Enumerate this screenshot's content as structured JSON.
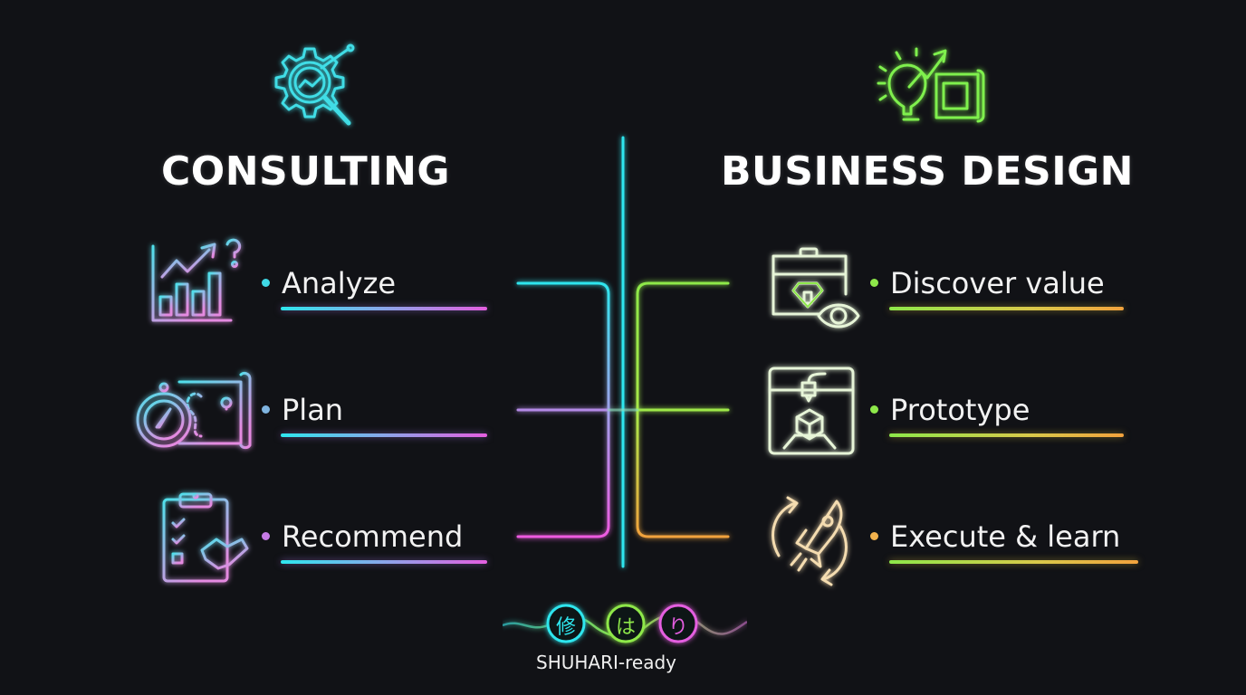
{
  "left": {
    "title": "CONSULTING",
    "header_icon": "gear-magnifier-chart-icon",
    "accent_start": "#2ee6ee",
    "accent_end": "#e45ee0",
    "items": [
      {
        "label": "Analyze",
        "icon": "chart-question-icon",
        "dot_color": "#3fd9e6"
      },
      {
        "label": "Plan",
        "icon": "compass-map-icon",
        "dot_color": "#7fb4e0"
      },
      {
        "label": "Recommend",
        "icon": "clipboard-handshake-icon",
        "dot_color": "#c77be6"
      }
    ]
  },
  "right": {
    "title": "BUSINESS DESIGN",
    "header_icon": "lightbulb-blueprint-icon",
    "accent_start": "#8ee84a",
    "accent_end": "#f2a23d",
    "items": [
      {
        "label": "Discover value",
        "icon": "treasure-chest-eye-icon",
        "dot_color": "#8ee84a"
      },
      {
        "label": "Prototype",
        "icon": "3d-printer-icon",
        "dot_color": "#8ee84a"
      },
      {
        "label": "Execute & learn",
        "icon": "rocket-cycle-icon",
        "dot_color": "#f2b24d"
      }
    ]
  },
  "footer": {
    "label": "SHUHARI-ready",
    "badges": [
      {
        "glyph": "修",
        "color": "#2ee6ee"
      },
      {
        "glyph": "は",
        "color": "#8ee84a"
      },
      {
        "glyph": "り",
        "color": "#e45ee0"
      }
    ]
  }
}
